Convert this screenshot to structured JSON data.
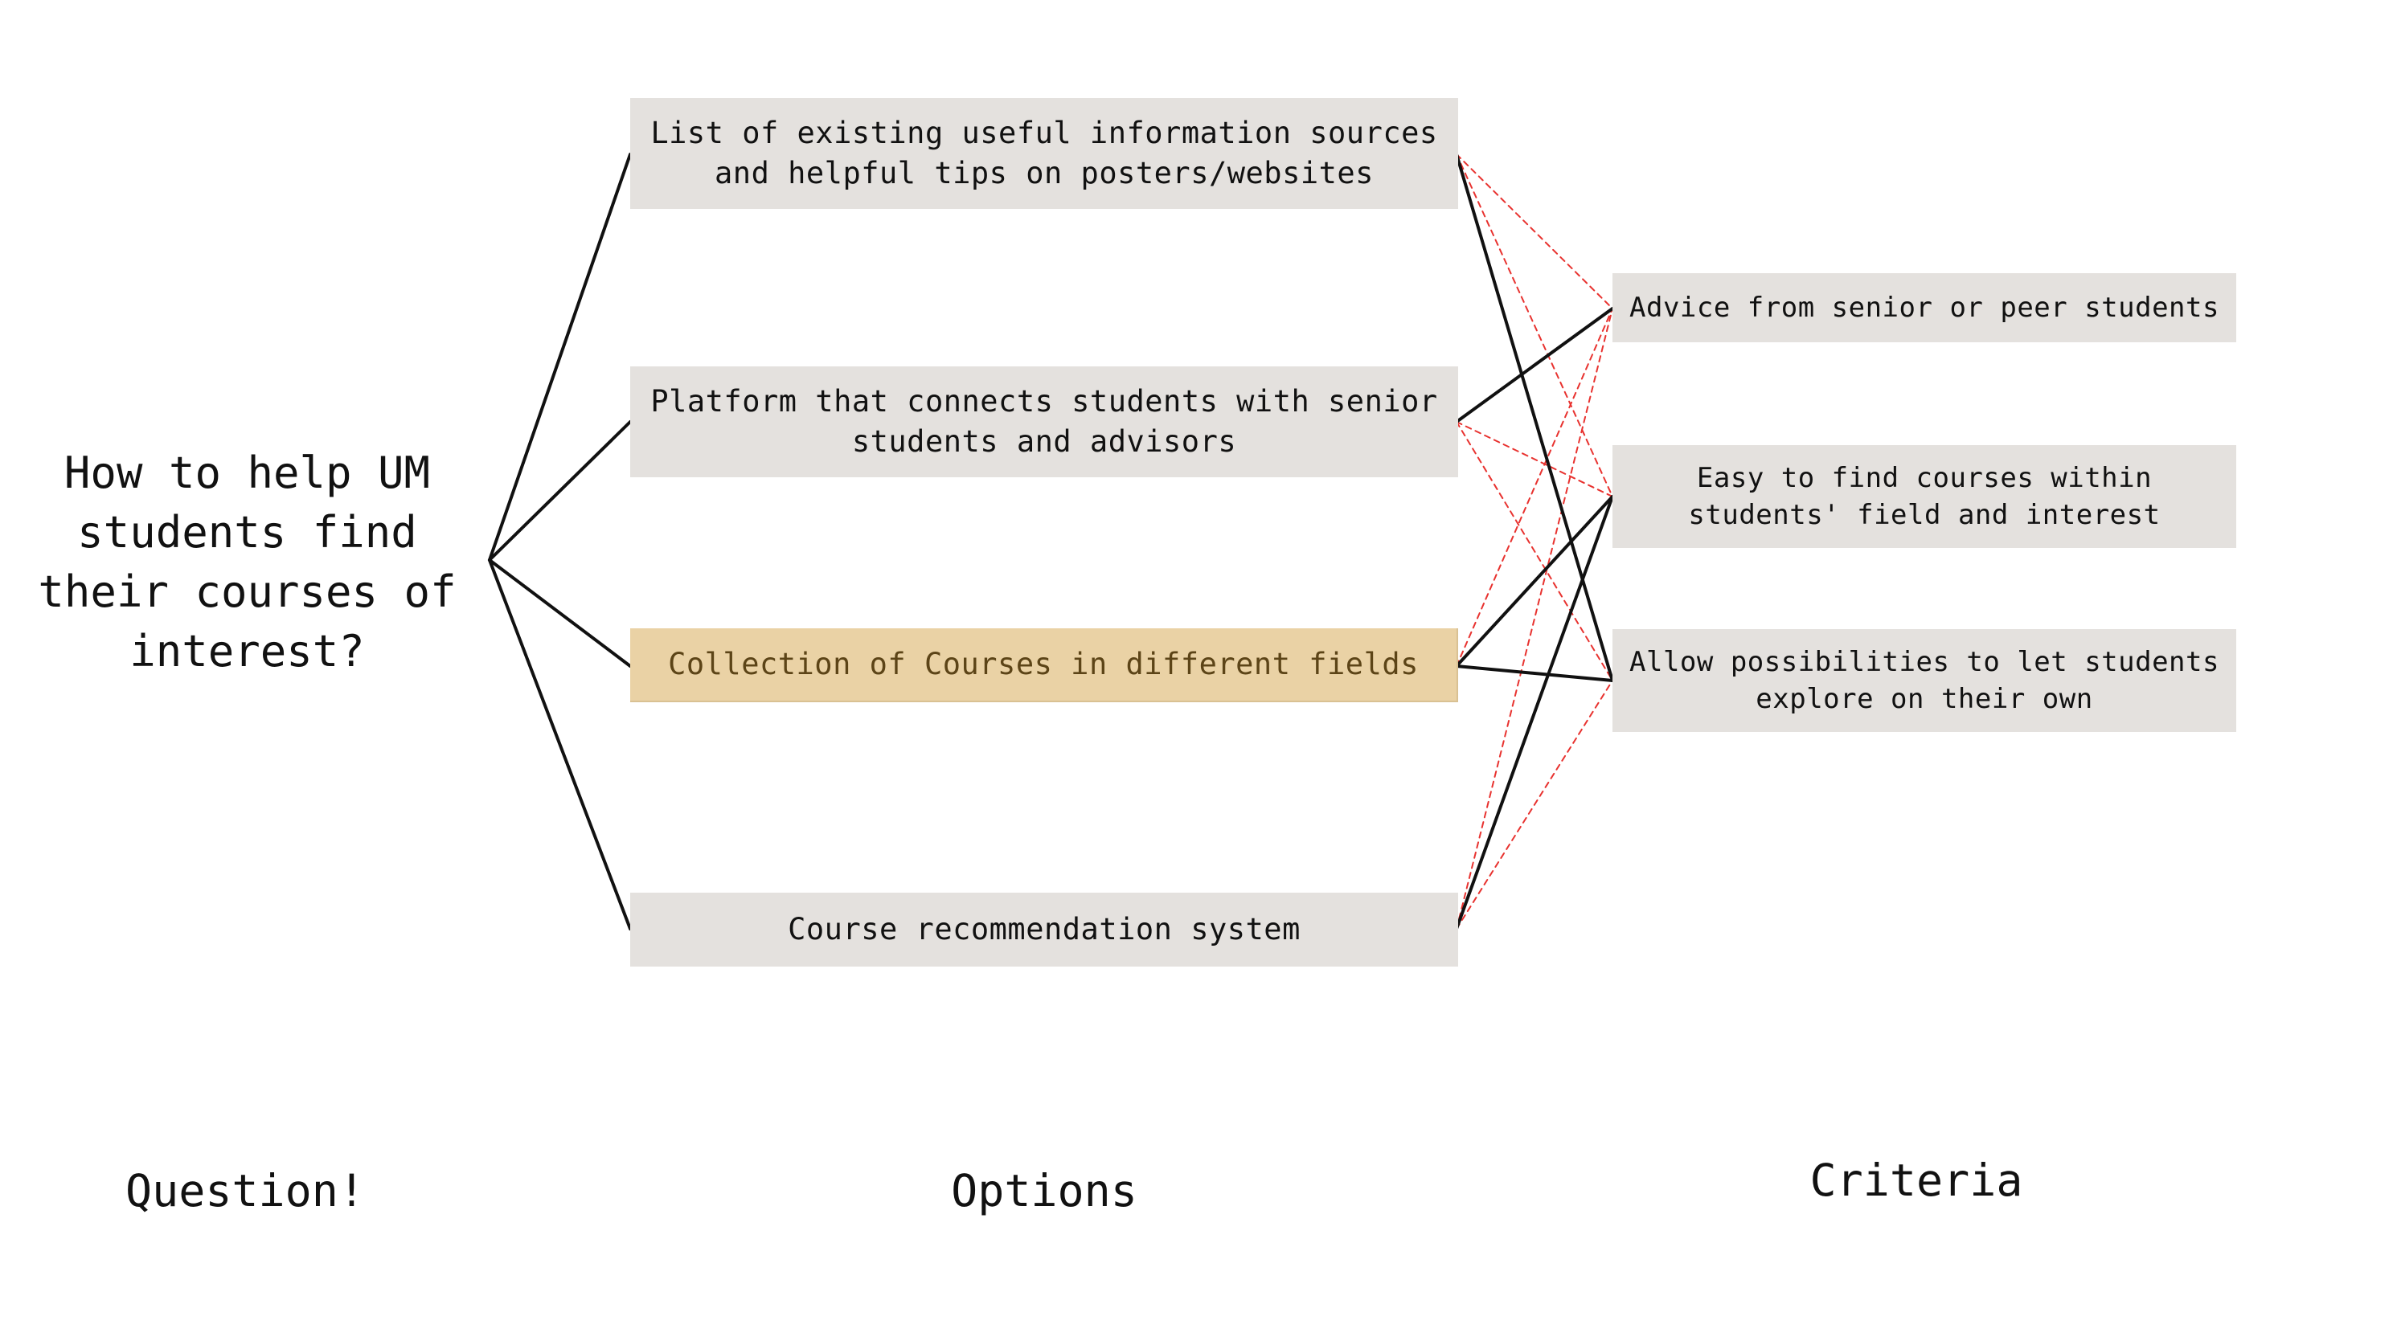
{
  "question": {
    "text": "How to help UM\nstudents find\ntheir courses of\ninterest?"
  },
  "options": [
    {
      "id": "opt1",
      "label": "List of existing useful information sources\nand helpful tips on posters/websites"
    },
    {
      "id": "opt2",
      "label": "Platform that connects students with senior\nstudents and advisors"
    },
    {
      "id": "opt3",
      "label": "Collection of Courses in different fields",
      "highlighted": true,
      "highlight_color": "#ead2a5"
    },
    {
      "id": "opt4",
      "label": "Course recommendation system"
    }
  ],
  "criteria": [
    {
      "id": "crit1",
      "label": "Advice from senior or peer students"
    },
    {
      "id": "crit2",
      "label": "Easy to find courses within\nstudents' field and interest"
    },
    {
      "id": "crit3",
      "label": "Allow possibilities to let students\nexplore on their own"
    }
  ],
  "column_labels": {
    "question": "Question!",
    "options": "Options",
    "criteria": "Criteria"
  },
  "links": {
    "question_to_options": [
      "opt1",
      "opt2",
      "opt3",
      "opt4"
    ],
    "solid": [
      [
        "opt1",
        "crit3"
      ],
      [
        "opt2",
        "crit1"
      ],
      [
        "opt3",
        "crit2"
      ],
      [
        "opt3",
        "crit3"
      ],
      [
        "opt4",
        "crit2"
      ]
    ],
    "dashed": [
      [
        "opt1",
        "crit1"
      ],
      [
        "opt1",
        "crit2"
      ],
      [
        "opt2",
        "crit2"
      ],
      [
        "opt2",
        "crit3"
      ],
      [
        "opt3",
        "crit1"
      ],
      [
        "opt4",
        "crit1"
      ],
      [
        "opt4",
        "crit3"
      ]
    ]
  },
  "colors": {
    "solid_line": "#111111",
    "dashed_line": "#e8322f",
    "box_fill": "#e4e1de"
  }
}
